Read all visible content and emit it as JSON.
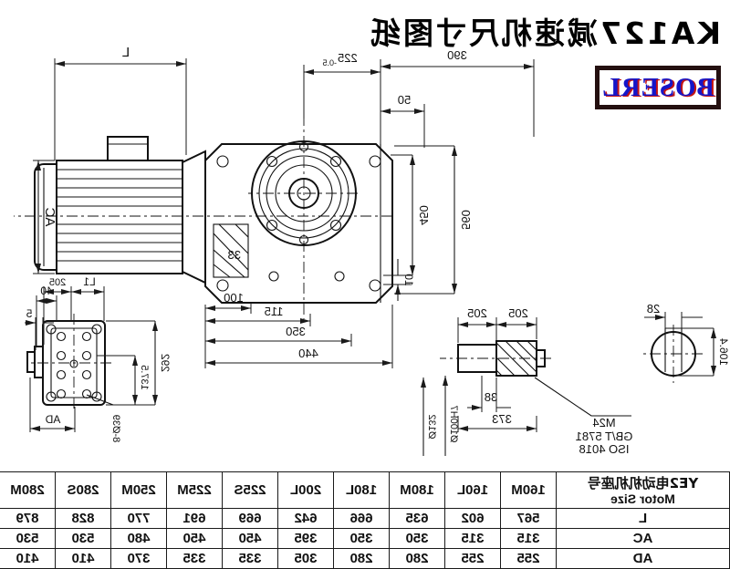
{
  "title": "KA127减速机尺寸图纸",
  "logo": "BOSERL",
  "colors": {
    "line": "#1a1a1a",
    "logo_border": "#241010",
    "logo_text": "#1616c8",
    "logo_outline": "#c41414"
  },
  "drawing": {
    "dims": {
      "motor_length": "L",
      "motor_diameter": "AC",
      "housing_width": "390",
      "input_flange": "225",
      "input_flange_tol": "-0.5",
      "cover_offset": "50",
      "housing_height": "560",
      "flange_diameter": "450",
      "foot_offset": "10",
      "key_section": "33",
      "bottom_100": "100",
      "bottom_115": "115",
      "bottom_350": "350",
      "bottom_440": "440",
      "foot_l1": "L1",
      "foot_205": "205",
      "foot_40": "40",
      "foot_5": "5",
      "foot_292": "292",
      "foot_1375": "137.5",
      "foot_holes": "8-Ø39",
      "foot_ad": "AD",
      "shaft_205_a": "205",
      "shaft_205_b": "205",
      "shaft_38": "38",
      "shaft_373": "373",
      "shaft_d132": "Ø132",
      "shaft_d100": "Ø100H7",
      "key_width": "28",
      "key_height": "106.4",
      "thread": "M24",
      "std_gb": "GB/T 5781",
      "std_iso": "ISO 4018"
    }
  },
  "table": {
    "header_cn": "YE2电动机机座号",
    "header_en": "Motor Size",
    "columns": [
      "160M",
      "160L",
      "180M",
      "180L",
      "200L",
      "225S",
      "225M",
      "250M",
      "280S",
      "280M"
    ],
    "rows": [
      {
        "label": "L",
        "values": [
          "567",
          "602",
          "635",
          "666",
          "642",
          "669",
          "691",
          "770",
          "828",
          "879"
        ]
      },
      {
        "label": "AC",
        "values": [
          "315",
          "315",
          "350",
          "350",
          "395",
          "450",
          "450",
          "480",
          "530",
          "530"
        ]
      },
      {
        "label": "AD",
        "values": [
          "255",
          "255",
          "280",
          "280",
          "305",
          "335",
          "335",
          "370",
          "410",
          "410"
        ]
      }
    ]
  }
}
